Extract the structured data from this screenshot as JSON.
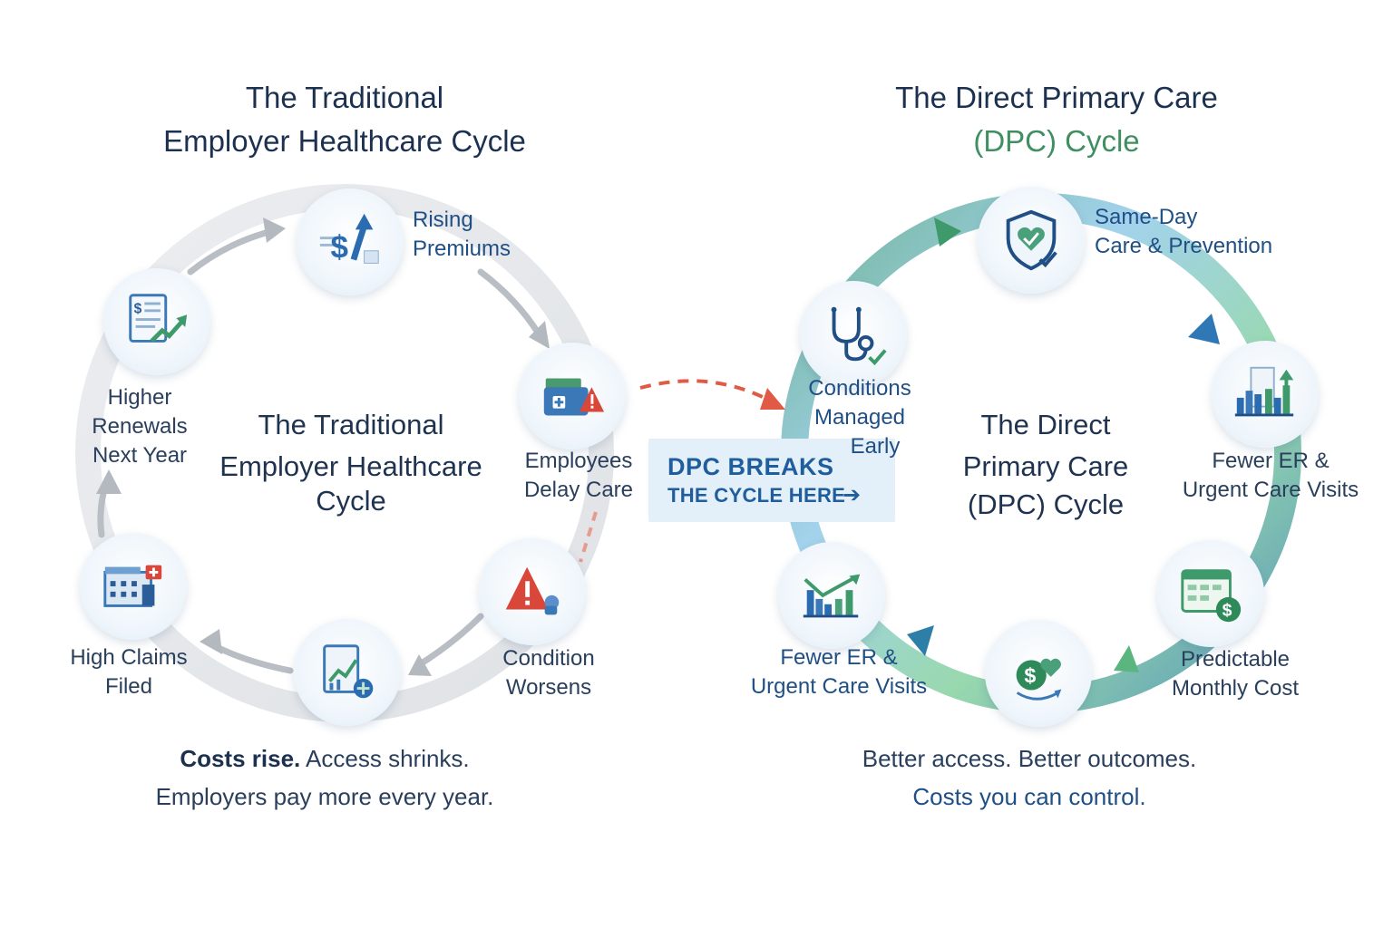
{
  "left": {
    "title_line1": "The Traditional",
    "title_line2": "Employer Healthcare Cycle",
    "center_line1": "The Traditional",
    "center_line2": "Employer Healthcare",
    "center_line3": "Cycle",
    "nodes": [
      {
        "label_line1": "Rising",
        "label_line2": "Premiums",
        "icon": "dollar-rising-icon"
      },
      {
        "label_line1": "Employees",
        "label_line2": "Delay Care",
        "icon": "wallet-warning-icon"
      },
      {
        "label_line1": "Condition",
        "label_line2": "Worsens",
        "icon": "warning-icon"
      },
      {
        "label_line1": "",
        "label_line2": "",
        "icon": "chart-document-icon"
      },
      {
        "label_line1": "High Claims",
        "label_line2": "Filed",
        "icon": "hospital-icon"
      },
      {
        "label_line1": "Higher",
        "label_line2": "Renewals",
        "label_line3": "Next Year",
        "icon": "invoice-rising-icon"
      }
    ],
    "footer_bold": "Costs rise.",
    "footer_rest": " Access shrinks.",
    "footer_line2": "Employers pay more every year."
  },
  "callout": {
    "line1": "DPC BREAKS",
    "line2": "THE CYCLE HERE",
    "arrow": "➔"
  },
  "right": {
    "title_line1": "The Direct Primary Care",
    "title_line2": "(DPC) Cycle",
    "center_line1": "The Direct",
    "center_line2": "Primary Care",
    "center_line3": "(DPC) Cycle",
    "nodes": [
      {
        "label_line1": "Same-Day",
        "label_line2": "Care & Prevention",
        "icon": "shield-heart-icon"
      },
      {
        "label_line1": "Fewer ER &",
        "label_line2": "Urgent Care Visits",
        "icon": "building-chart-icon"
      },
      {
        "label_line1": "Predictable",
        "label_line2": "Monthly Cost",
        "icon": "calendar-dollar-icon"
      },
      {
        "label_line1": "",
        "label_line2": "",
        "icon": "dollar-heart-cycle-icon"
      },
      {
        "label_line1": "Fewer ER &",
        "label_line2": "Urgent Care Visits",
        "icon": "bar-chart-icon"
      },
      {
        "label_line1": "Conditions",
        "label_line2": "Managed",
        "label_line3": "Early",
        "icon": "stethoscope-icon"
      }
    ],
    "footer_line1": "Better access. Better outcomes.",
    "footer_line2": "Costs you can control."
  },
  "colors": {
    "navy": "#1c3150",
    "green": "#3f8f62",
    "blue": "#1f5d9c",
    "red": "#e05a45",
    "ring_gray": "#e6e8eb"
  }
}
